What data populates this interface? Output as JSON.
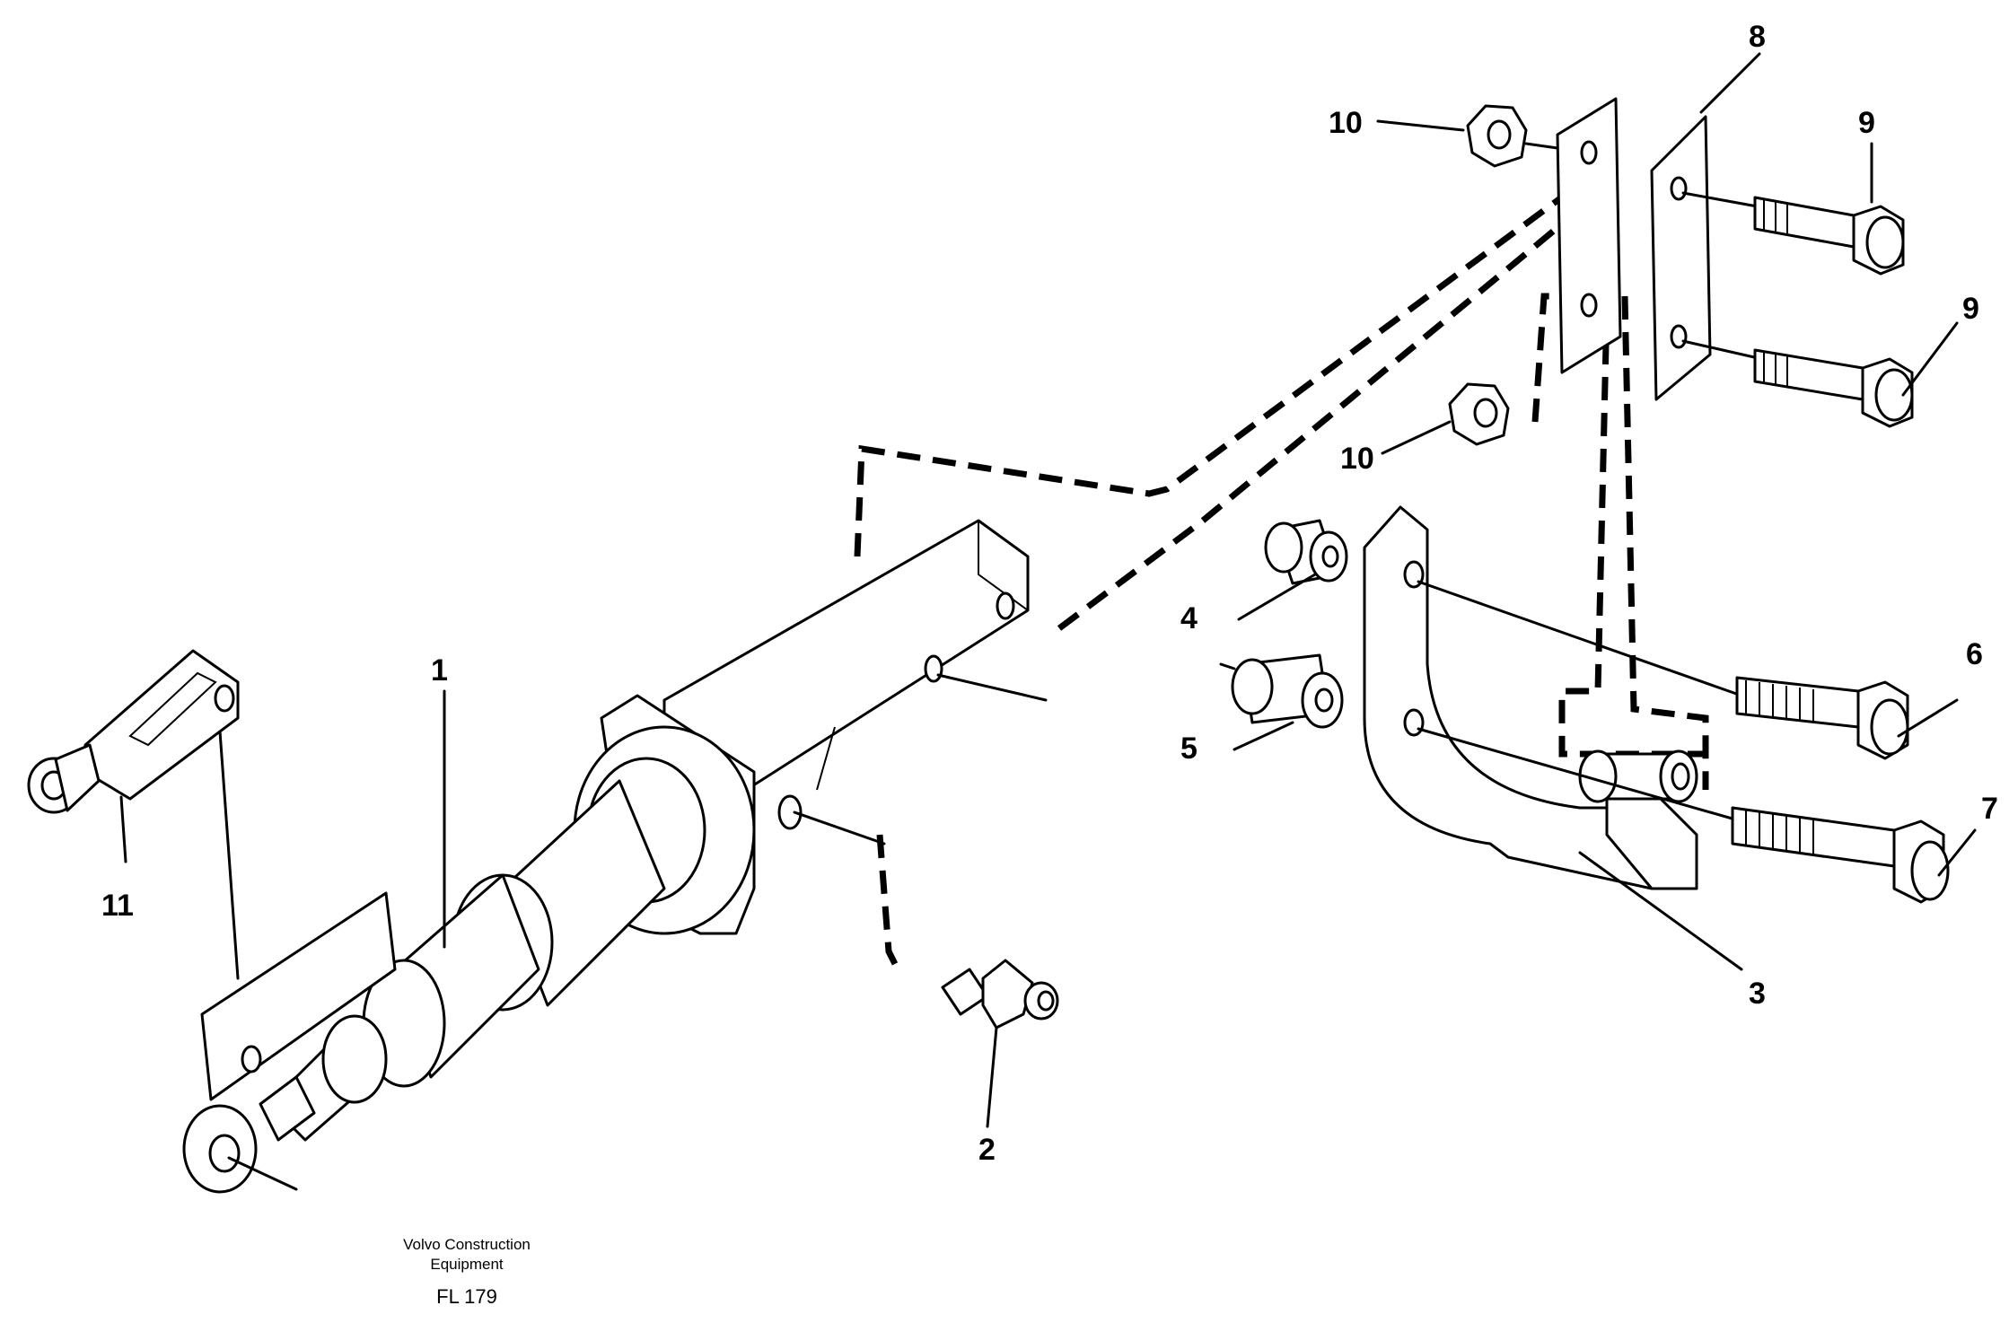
{
  "callouts": {
    "c1": "1",
    "c2": "2",
    "c3": "3",
    "c4": "4",
    "c5": "5",
    "c6": "6",
    "c7": "7",
    "c8": "8",
    "c9a": "9",
    "c9b": "9",
    "c10a": "10",
    "c10b": "10",
    "c11": "11"
  },
  "footer": {
    "company_line1": "Volvo Construction",
    "company_line2": "Equipment",
    "drawing_code": "FL 179"
  }
}
